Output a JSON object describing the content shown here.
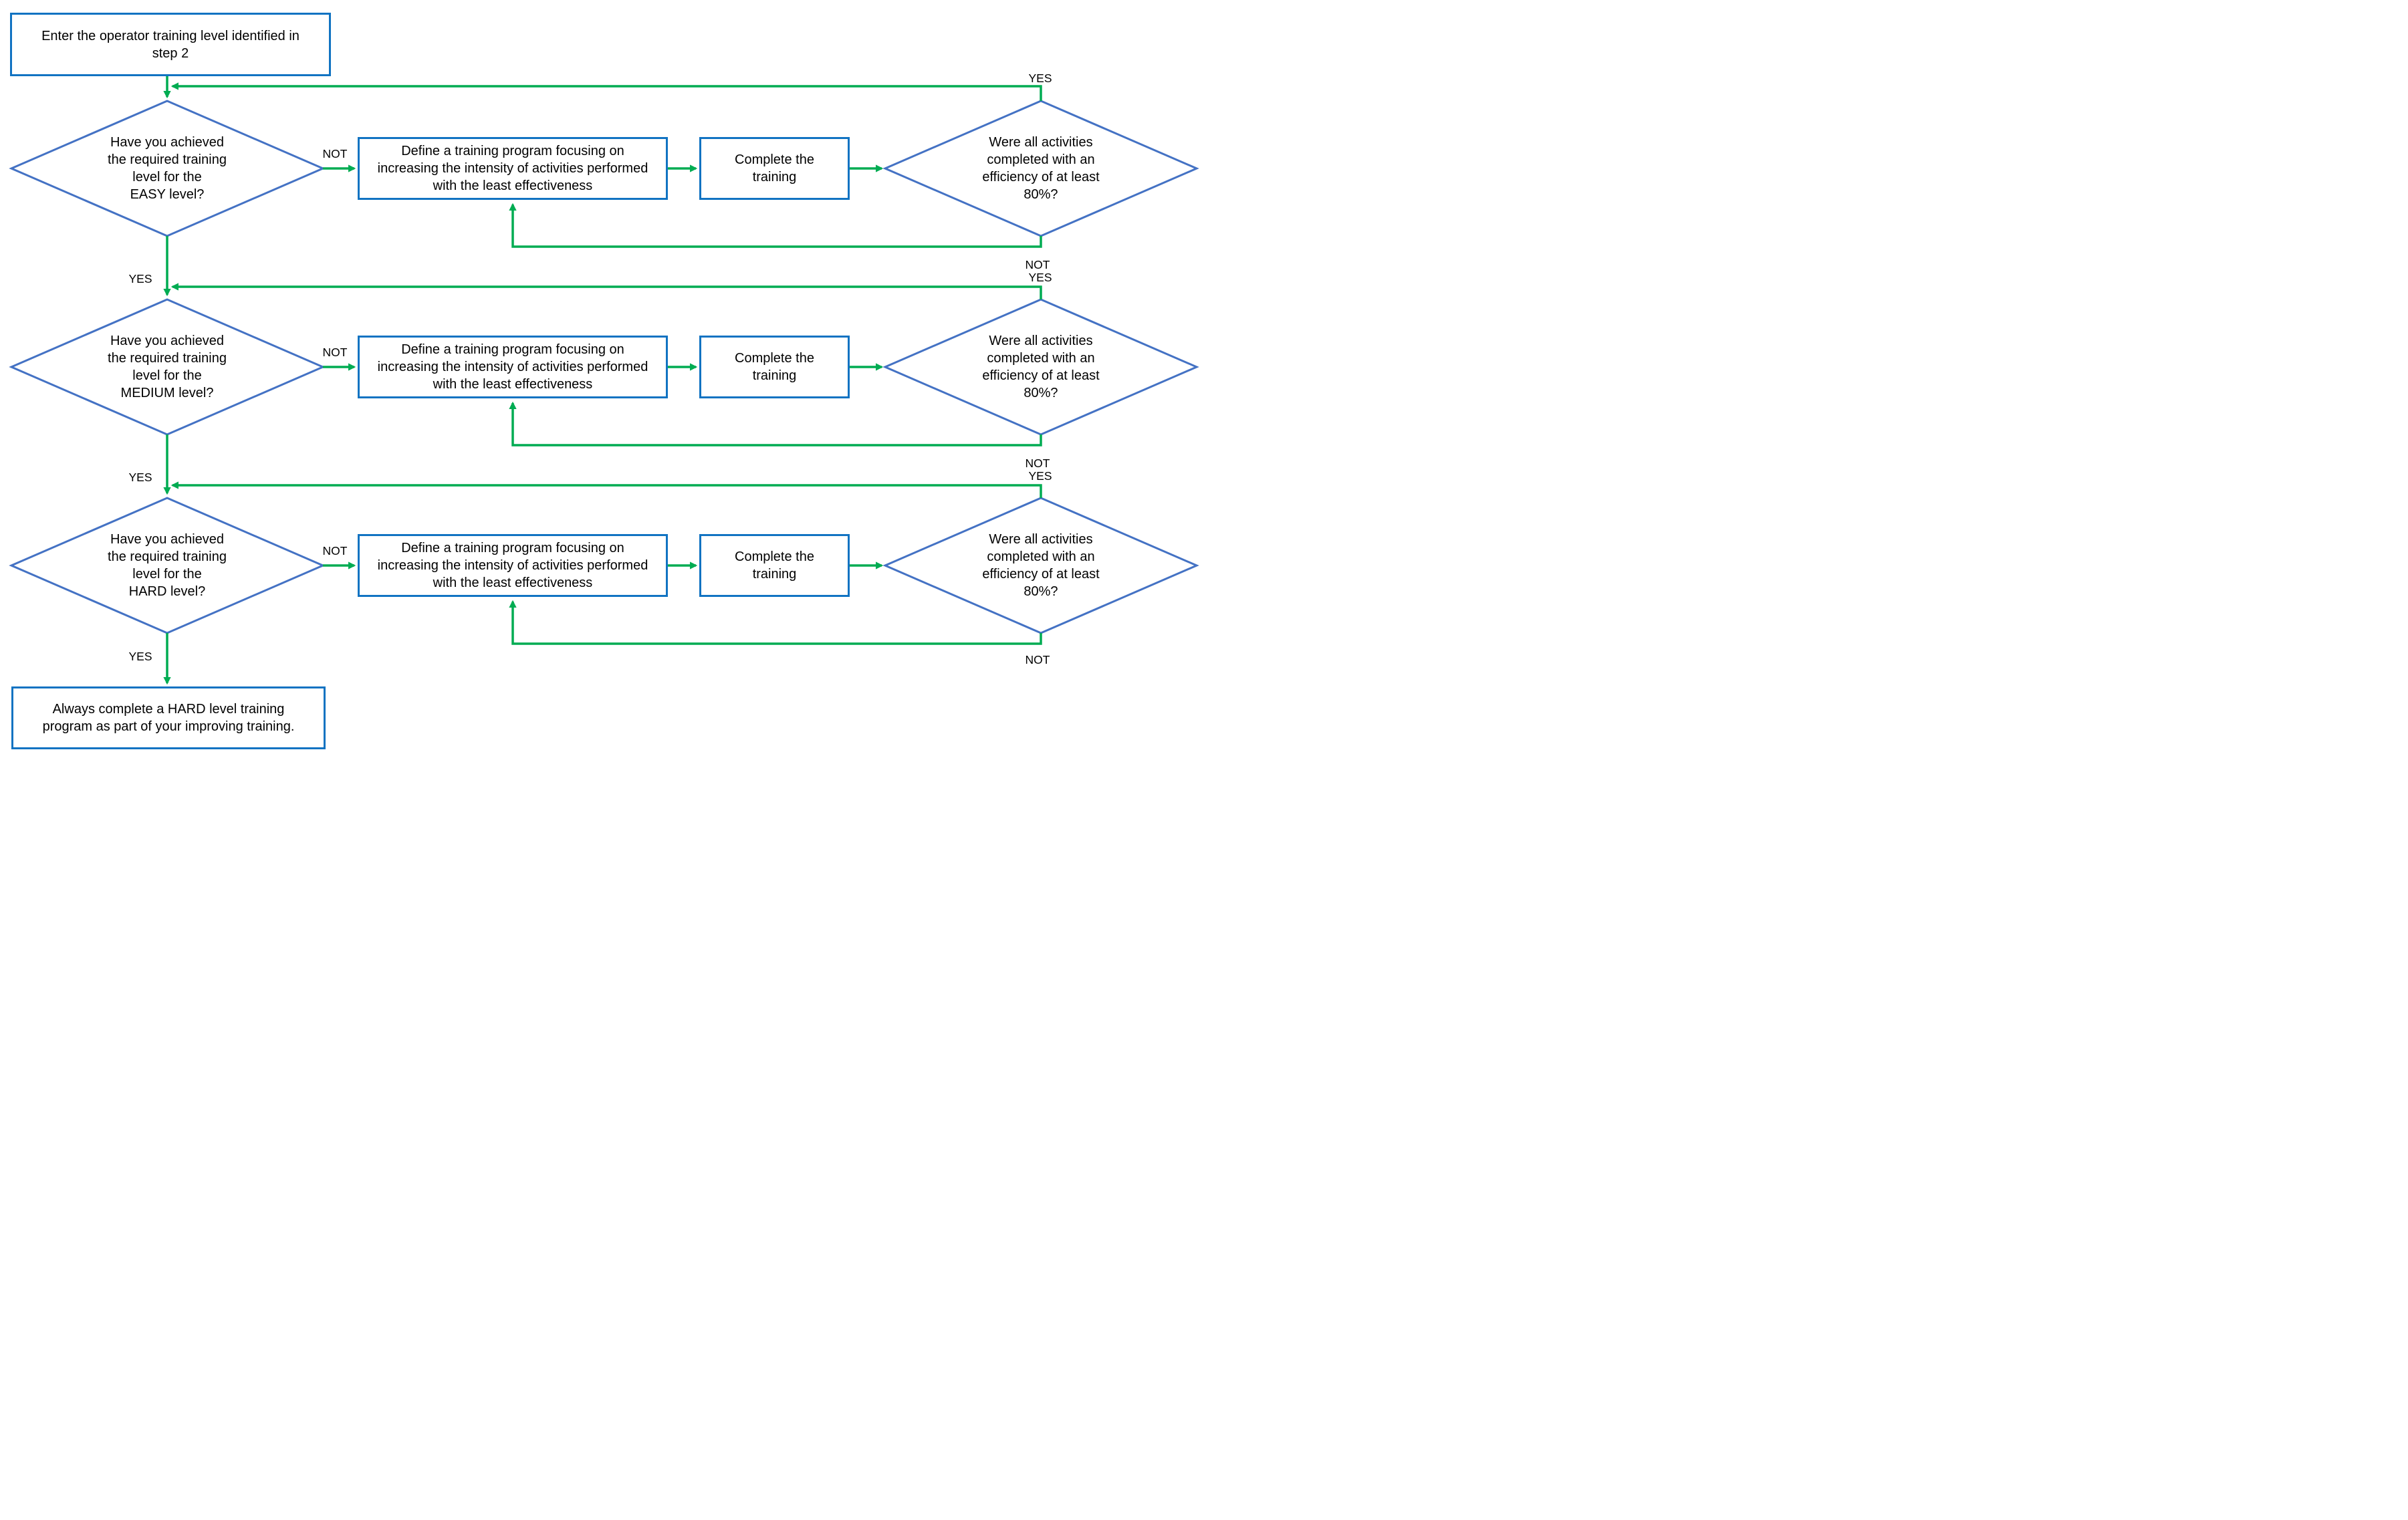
{
  "colors": {
    "box_border": "#1173c2",
    "diamond_border": "#4472c4",
    "connector_green": "#00ac52",
    "text": "#000000",
    "background": "#ffffff"
  },
  "start": {
    "text": "Enter the operator training level identified in\nstep 2"
  },
  "rows": [
    {
      "level": "EASY",
      "question": "Have you achieved\nthe required training\nlevel for the\nEASY level?",
      "not_label": "NOT",
      "yes_label": "YES",
      "define": "Define a training program focusing on\nincreasing the intensity of activities performed\nwith the least effectiveness",
      "complete": "Complete the\ntraining",
      "check": "Were all activities\ncompleted with an\nefficiency of at least\n80%?",
      "check_yes_label": "YES",
      "check_not_label": "NOT"
    },
    {
      "level": "MEDIUM",
      "question": "Have you achieved\nthe required training\nlevel for the\nMEDIUM level?",
      "not_label": "NOT",
      "yes_label": "YES",
      "define": "Define a training program focusing on\nincreasing the intensity of activities performed\nwith the least effectiveness",
      "complete": "Complete the\ntraining",
      "check": "Were all activities\ncompleted with an\nefficiency of at least\n80%?",
      "check_yes_label": "YES",
      "check_not_label": "NOT"
    },
    {
      "level": "HARD",
      "question": "Have you achieved\nthe required training\nlevel for the\nHARD level?",
      "not_label": "NOT",
      "yes_label": "YES",
      "define": "Define a training program focusing on\nincreasing the intensity of activities performed\nwith the least effectiveness",
      "complete": "Complete the\ntraining",
      "check": "Were all activities\ncompleted with an\nefficiency of at least\n80%?",
      "check_yes_label": "YES",
      "check_not_label": "NOT"
    }
  ],
  "final": {
    "text": "Always complete a HARD level training\nprogram as part of your improving training."
  }
}
